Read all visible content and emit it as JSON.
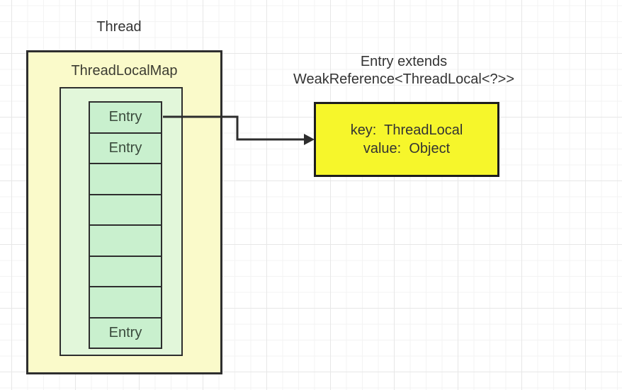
{
  "colors": {
    "canvas-bg": "#ffffff",
    "grid-minor": "#f3f3f3",
    "grid-major": "#e7e7e7",
    "stroke": "#2e2e2e",
    "outer-box-fill": "#fafaca",
    "inner-box-fill": "#e2f7da",
    "cell-fill": "#c9f0ce",
    "detail-box-fill": "#f6f62b",
    "detail-box-stroke": "#1d1d1d",
    "text": "#333333",
    "entry-text": "#3a4a3c"
  },
  "labels": {
    "thread": "Thread",
    "map_title": "ThreadLocalMap"
  },
  "entries": [
    "Entry",
    "Entry",
    "",
    "",
    "",
    "",
    "",
    "Entry"
  ],
  "annotation": {
    "line1": "Entry extends",
    "line2": "WeakReference<ThreadLocal<?>>"
  },
  "detail_box": {
    "line1": "key:  ThreadLocal",
    "line2": "value:  Object"
  }
}
